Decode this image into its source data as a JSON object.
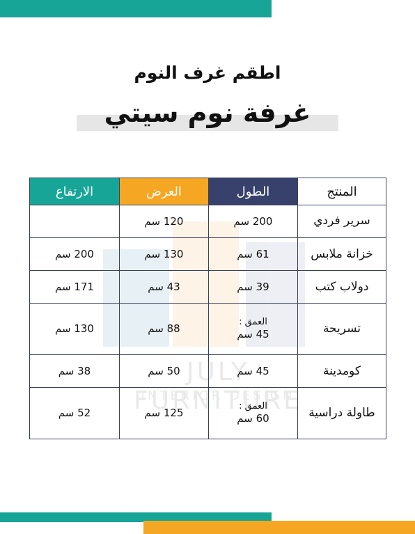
{
  "header": {
    "subtitle": "اطقم غرف النوم",
    "title": "غرفة نوم سيتي"
  },
  "watermark": {
    "brand": "JULY FURNITURE",
    "tagline": "INTERIOR DESIGN"
  },
  "table": {
    "headers": {
      "product": "المنتج",
      "length": "الطول",
      "width": "العرض",
      "height": "الارتفاع"
    },
    "rows": [
      {
        "product": "سرير فردي",
        "length": "200 سم",
        "length_note": "",
        "width": "120 سم",
        "height": ""
      },
      {
        "product": "خزانة ملابس",
        "length": "61 سم",
        "length_note": "",
        "width": "130 سم",
        "height": "200 سم"
      },
      {
        "product": "دولاب كتب",
        "length": "39 سم",
        "length_note": "",
        "width": "43 سم",
        "height": "171 سم"
      },
      {
        "product": "تسريحة",
        "length": "45 سم",
        "length_note": "العمق :",
        "width": "88 سم",
        "height": "130 سم"
      },
      {
        "product": "كومدينة",
        "length": "45 سم",
        "length_note": "",
        "width": "50 سم",
        "height": "38 سم"
      },
      {
        "product": "طاولة دراسية",
        "length": "60 سم",
        "length_note": "العمق :",
        "width": "125 سم",
        "height": "52 سم"
      }
    ]
  },
  "colors": {
    "teal": "#16a596",
    "orange": "#f5a623",
    "navy": "#37416b"
  }
}
